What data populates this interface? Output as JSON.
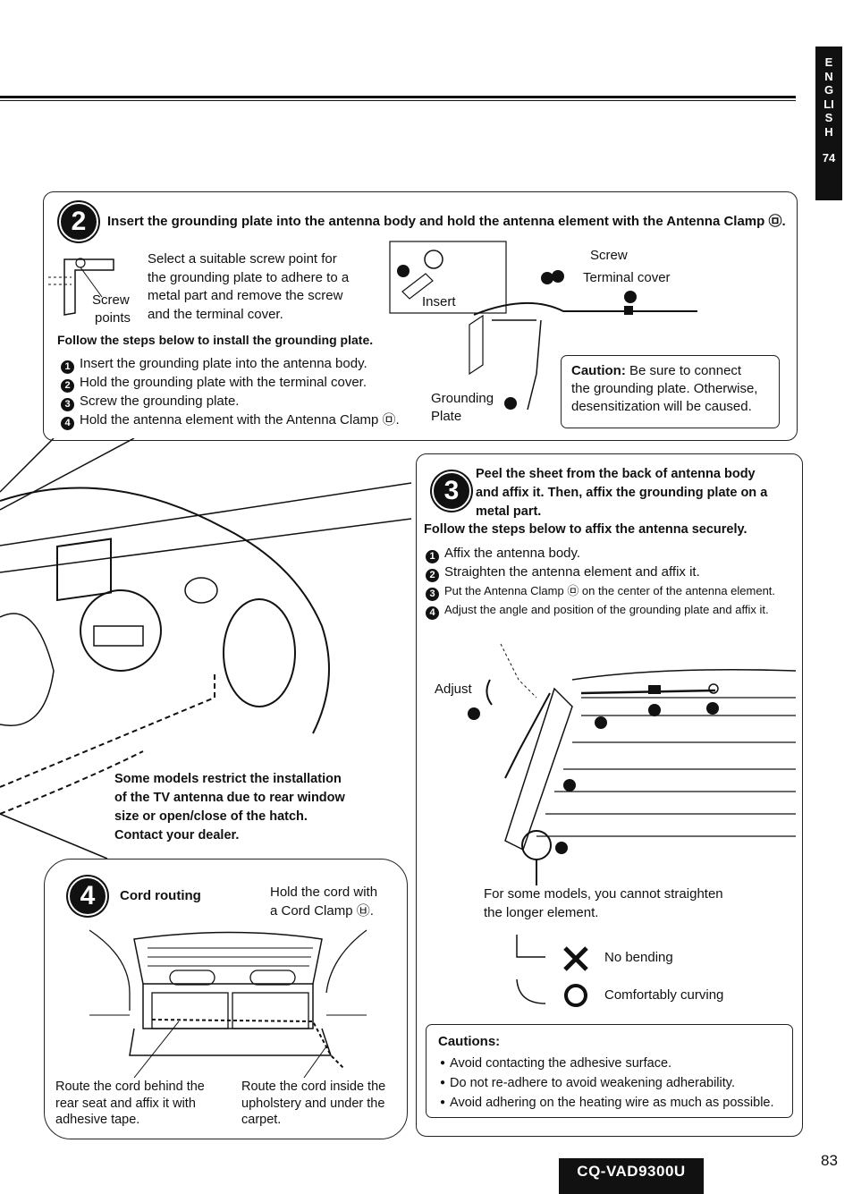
{
  "side_tab": {
    "letters": "ENGLISH",
    "page": "74"
  },
  "section2": {
    "number": "2",
    "heading": "Insert the grounding plate into the antenna body and hold the antenna element with the Antenna Clamp ㉤.",
    "intro": [
      "Select a suitable screw point for",
      "the grounding plate to adhere to a",
      "metal part and remove the screw",
      "and the terminal cover."
    ],
    "screw_label": [
      "Screw",
      "points"
    ],
    "follow": "Follow the steps below to install the grounding plate.",
    "steps": [
      {
        "n": "1",
        "text": "Insert the grounding plate into the antenna body."
      },
      {
        "n": "2",
        "text": "Hold the grounding plate with the terminal cover."
      },
      {
        "n": "3",
        "text": "Screw the grounding plate."
      },
      {
        "n": "4",
        "text": "Hold the antenna element with the Antenna Clamp ㉤."
      }
    ],
    "diagram": {
      "insert": "Insert",
      "screw": "Screw",
      "terminal_cover": "Terminal cover",
      "grounding_plate": [
        "Grounding",
        "Plate"
      ]
    },
    "caution_label": "Caution:",
    "caution_text": [
      "Be sure to connect",
      "the grounding plate. Otherwise,",
      "desensitization will be caused."
    ]
  },
  "restrict_note": [
    "Some models restrict the installation",
    "of the TV antenna due to rear window",
    "size or open/close of the hatch.",
    "Contact your dealer."
  ],
  "section3": {
    "number": "3",
    "heading": [
      "Peel the sheet from the back of antenna body",
      "and affix it. Then, affix the grounding plate on a",
      "metal part."
    ],
    "follow": "Follow the steps below to affix the antenna securely.",
    "steps": [
      {
        "n": "1",
        "text": "Affix the antenna body."
      },
      {
        "n": "2",
        "text": "Straighten the antenna element and affix it."
      },
      {
        "n": "3",
        "text": "Put the Antenna Clamp ㉤ on the center of the antenna element."
      },
      {
        "n": "4",
        "text": "Adjust the angle and position of the grounding plate and affix it."
      }
    ],
    "adjust": "Adjust",
    "note": [
      "For some models, you cannot straighten",
      "the longer element."
    ],
    "no_bending": "No bending",
    "comfortably": "Comfortably curving",
    "cautions_label": "Cautions:",
    "cautions": [
      "Avoid contacting the adhesive surface.",
      "Do not re-adhere to avoid weakening adherability.",
      "Avoid adhering on the heating wire as much as possible."
    ]
  },
  "section4": {
    "number": "4",
    "heading": "Cord routing",
    "hold": [
      "Hold the cord with",
      "a Cord Clamp ㉥."
    ],
    "left_caption": [
      "Route the cord behind the",
      "rear seat and affix it with",
      "adhesive tape."
    ],
    "right_caption": [
      "Route the cord inside the",
      "upholstery and under the",
      "carpet."
    ]
  },
  "footer": {
    "model": "CQ-VAD9300U",
    "page_number": "83"
  }
}
